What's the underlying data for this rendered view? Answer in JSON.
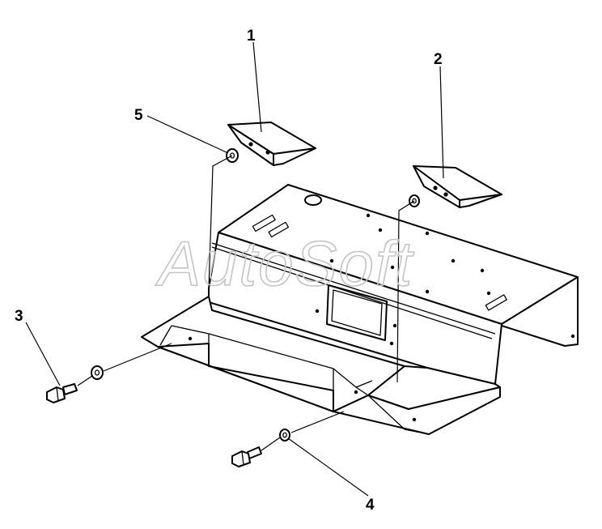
{
  "diagram": {
    "watermark": "AutoSoft",
    "callouts": [
      {
        "id": "callout-1",
        "label": "1"
      },
      {
        "id": "callout-2",
        "label": "2"
      },
      {
        "id": "callout-3",
        "label": "3"
      },
      {
        "id": "callout-4",
        "label": "4"
      },
      {
        "id": "callout-5",
        "label": "5"
      }
    ],
    "colors": {
      "line": "#000000",
      "watermark": "#c4c4c4",
      "background": "#ffffff"
    }
  }
}
